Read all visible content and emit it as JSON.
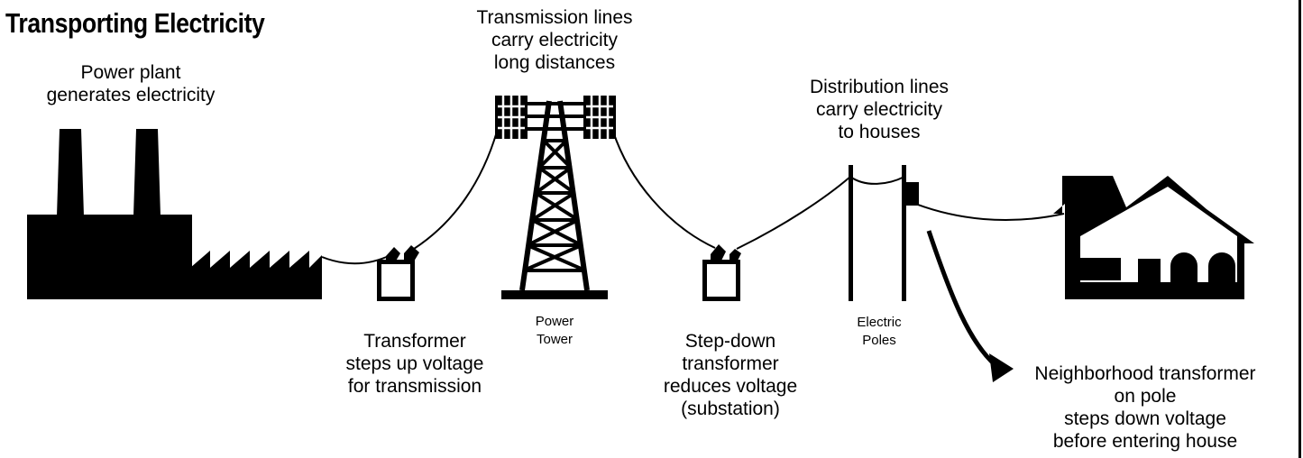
{
  "title": "Transporting Electricity",
  "labels": {
    "power_plant": [
      "Power plant",
      "generates electricity"
    ],
    "transmission_lines": [
      "Transmission lines",
      "carry electricity",
      "long distances"
    ],
    "distribution_lines": [
      "Distribution lines",
      "carry electricity",
      "to houses"
    ],
    "transformer": [
      "Transformer",
      "steps up voltage",
      "for transmission"
    ],
    "power_tower": [
      "Power",
      "Tower"
    ],
    "step_down": [
      "Step-down",
      "transformer",
      "reduces voltage",
      "(substation)"
    ],
    "electric_poles": [
      "Electric",
      "Poles"
    ],
    "neighborhood": [
      "Neighborhood transformer",
      "on pole",
      "steps down voltage",
      "before entering house"
    ]
  },
  "colors": {
    "ink": "#000000",
    "background": "#ffffff"
  }
}
